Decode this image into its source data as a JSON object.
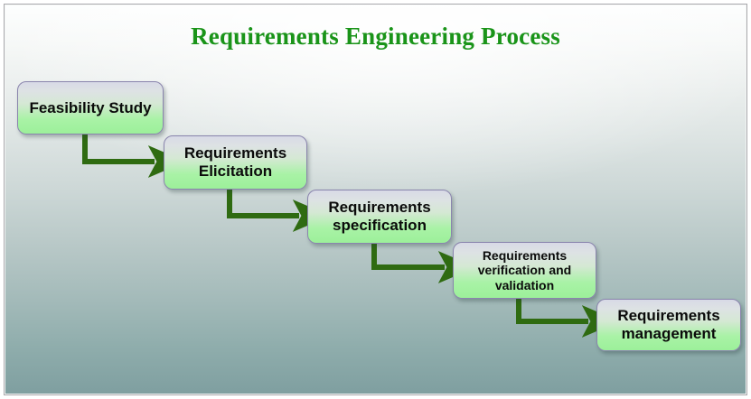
{
  "title": "Requirements Engineering Process",
  "colors": {
    "title_green": "#1a9419",
    "arrow_green": "#2f6b11",
    "node_border": "#8a85ad",
    "node_fill_top": "#d8dae6",
    "node_fill_bottom": "#9cf09a",
    "background_top": "#fdfefe",
    "background_bottom": "#7f9fa0",
    "frame_border": "#a8a8ac",
    "text": "#0b0b0b"
  },
  "nodes": [
    {
      "id": "feasibility-study",
      "label": "Feasibility Study"
    },
    {
      "id": "requirements-elicitation",
      "label": "Requirements\nElicitation"
    },
    {
      "id": "requirements-specification",
      "label": "Requirements\nspecification"
    },
    {
      "id": "requirements-verification",
      "label": "Requirements\nverification and\nvalidation"
    },
    {
      "id": "requirements-management",
      "label": "Requirements\nmanagement"
    }
  ],
  "connectors": [
    {
      "id": "arrow-feasibility-to-elicitation",
      "from": "feasibility-study",
      "to": "requirements-elicitation"
    },
    {
      "id": "arrow-elicitation-to-specification",
      "from": "requirements-elicitation",
      "to": "requirements-specification"
    },
    {
      "id": "arrow-specification-to-verification",
      "from": "requirements-specification",
      "to": "requirements-verification"
    },
    {
      "id": "arrow-verification-to-management",
      "from": "requirements-verification",
      "to": "requirements-management"
    }
  ]
}
